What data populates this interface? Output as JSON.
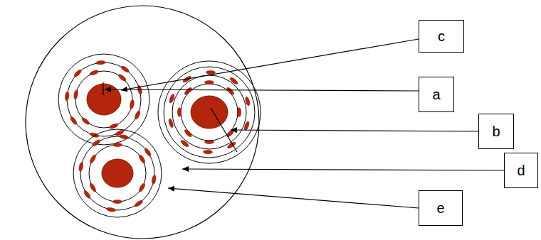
{
  "diagram": {
    "nodes": [
      {
        "text": [
          "c"
        ]
      },
      {
        "text": [
          "a"
        ]
      },
      {
        "text": [
          "b"
        ]
      },
      {
        "text": [
          "d"
        ]
      },
      {
        "text": [
          "e"
        ]
      }
    ]
  }
}
